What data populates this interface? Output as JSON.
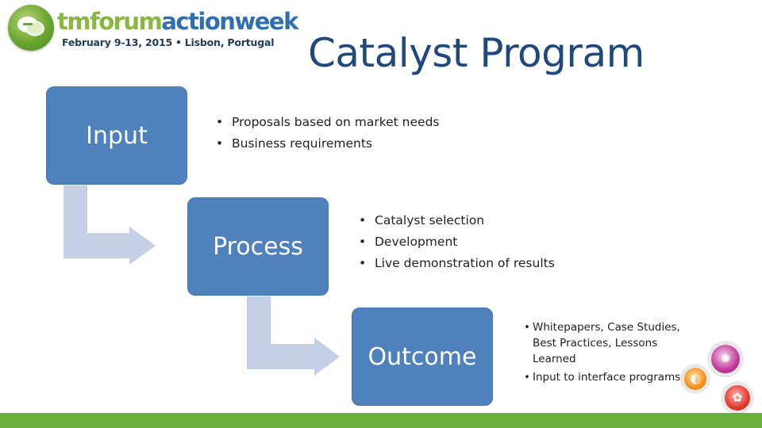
{
  "logo": {
    "word_tm": "tm",
    "word_forum": "forum",
    "word_action": "actionweek",
    "dates": "February 9-13, 2015",
    "separator": "•",
    "location": "Lisbon, Portugal"
  },
  "title": "Catalyst Program",
  "steps": [
    {
      "label": "Input",
      "bullets": [
        "Proposals based on market needs",
        "Business requirements"
      ]
    },
    {
      "label": "Process",
      "bullets": [
        "Catalyst selection",
        "Development",
        "Live demonstration of results"
      ]
    },
    {
      "label": "Outcome",
      "bullets": [
        "Whitepapers, Case Studies, Best Practices, Lessons Learned",
        "Input to interface programs"
      ]
    }
  ],
  "colors": {
    "box": "#4f81bd",
    "arrow": "#c5d0e6",
    "title": "#1f497d",
    "footer": "#6aae3e"
  },
  "icons": {
    "logo": "speech-bubble-icon",
    "decor_1": "sparkle-icon",
    "decor_2": "swirl-icon",
    "decor_3": "butterfly-icon"
  }
}
